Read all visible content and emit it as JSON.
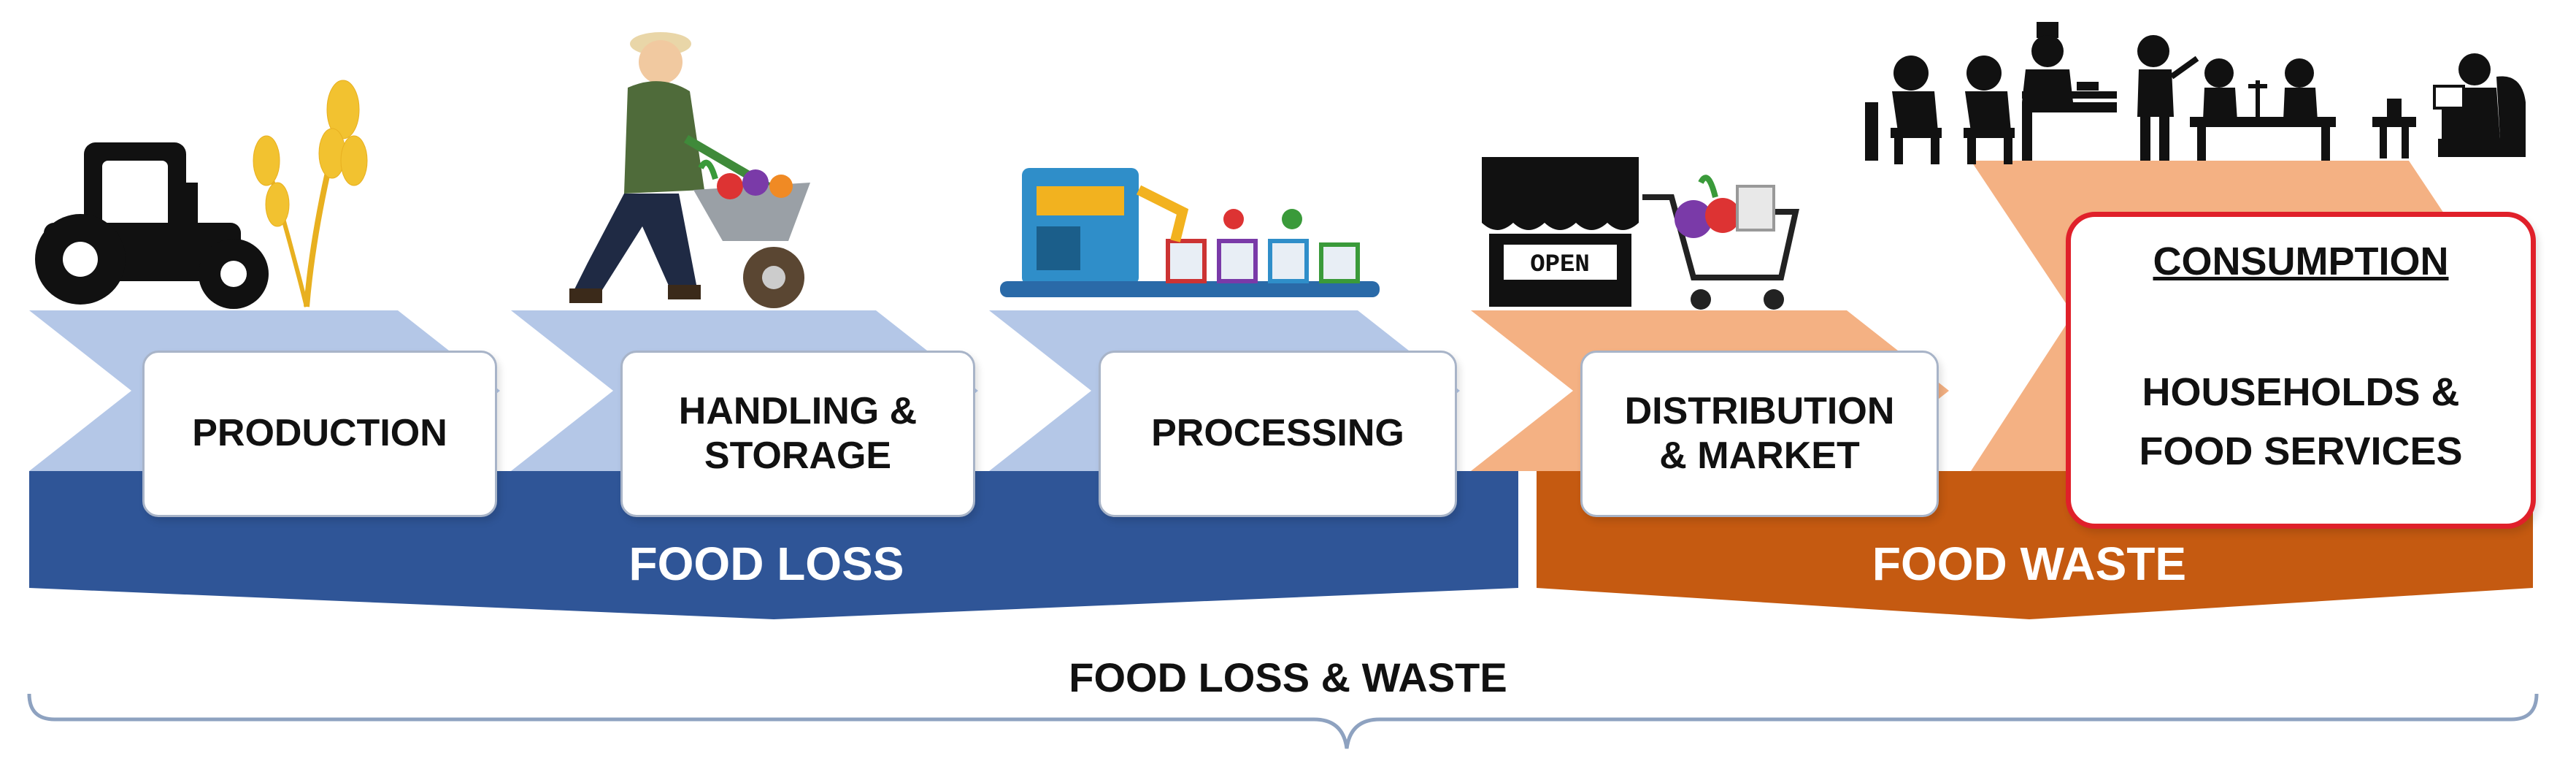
{
  "stages": [
    {
      "line1": "PRODUCTION",
      "line2": ""
    },
    {
      "line1": "HANDLING &",
      "line2": "STORAGE"
    },
    {
      "line1": "PROCESSING",
      "line2": ""
    },
    {
      "line1": "DISTRIBUTION",
      "line2": "& MARKET"
    }
  ],
  "consumption": {
    "title": "CONSUMPTION",
    "line1": "HOUSEHOLDS &",
    "line2": "FOOD SERVICES"
  },
  "bands": {
    "loss": "FOOD LOSS",
    "waste": "FOOD WASTE"
  },
  "overall_label": "FOOD LOSS & WASTE",
  "market_sign": "OPEN",
  "colors": {
    "loss_band": "#2f5597",
    "waste_band": "#c55a11",
    "loss_chevron": "#b4c7e7",
    "waste_chevron": "#f4b183",
    "highlight_border": "#e0202a"
  },
  "icons": [
    "tractor-icon",
    "wheat-icon",
    "farmer-wheelbarrow-icon",
    "factory-conveyor-icon",
    "market-stall-icon",
    "shopping-cart-icon",
    "diners-icon",
    "chef-icon",
    "violinist-icon",
    "reading-armchair-icon"
  ]
}
